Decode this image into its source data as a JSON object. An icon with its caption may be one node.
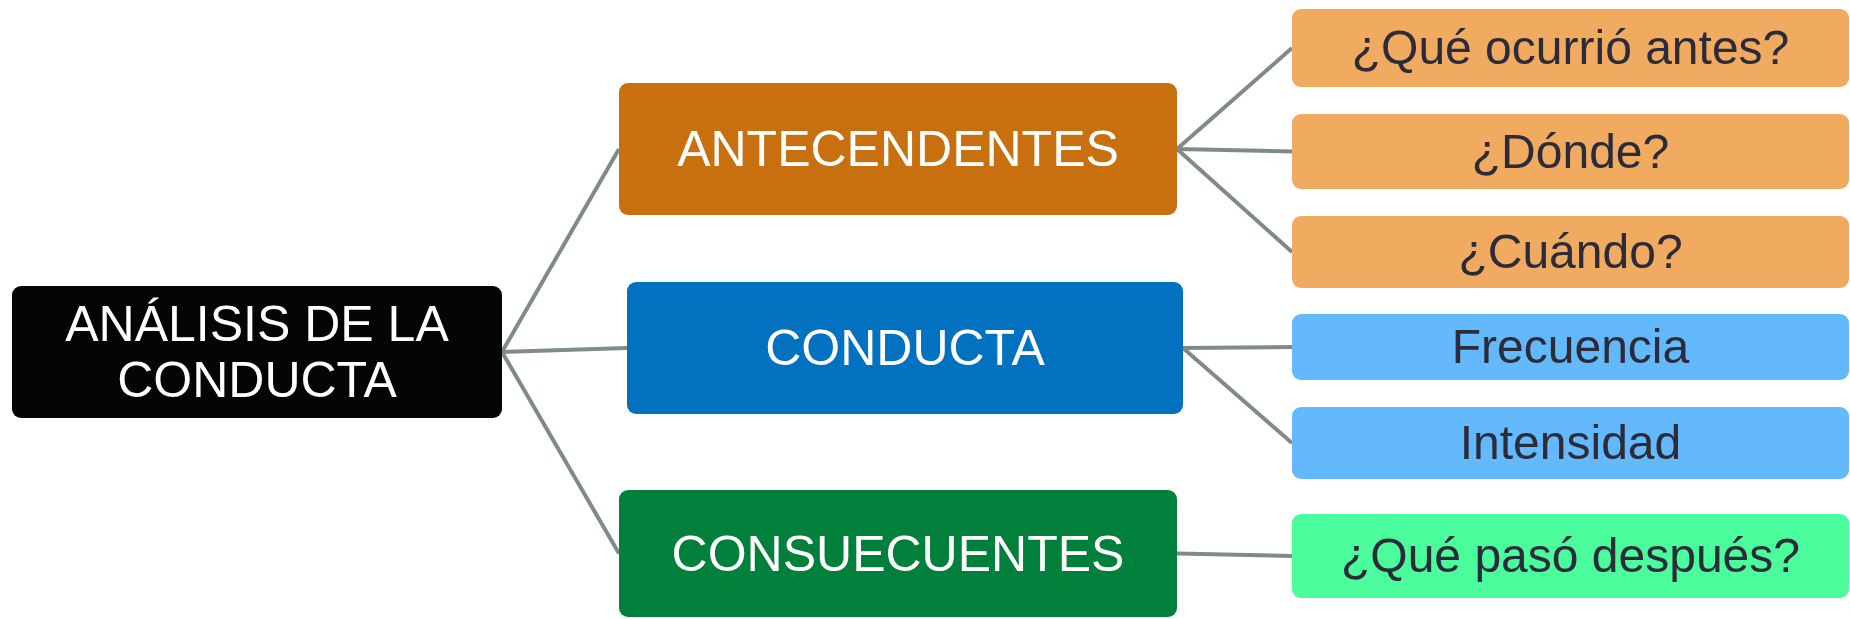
{
  "diagram": {
    "nodes": [
      {
        "text": [
          "ANÁLISIS DE LA CONDUCTA"
        ]
      },
      {
        "text": [
          "ANTECENDENTES"
        ]
      },
      {
        "text": [
          "CONDUCTA"
        ]
      },
      {
        "text": [
          "CONSUECUENTES"
        ]
      },
      {
        "text": [
          "¿Qué ocurrió antes?"
        ]
      },
      {
        "text": [
          "¿Dónde?"
        ]
      },
      {
        "text": [
          "¿Cuándo?"
        ]
      },
      {
        "text": [
          "Frecuencia"
        ]
      },
      {
        "text": [
          "Intensidad"
        ]
      },
      {
        "text": [
          "¿Qué pasó después?"
        ]
      }
    ],
    "edges": [
      {
        "from": 0,
        "to": 1,
        "arrow": "none"
      },
      {
        "from": 0,
        "to": 2,
        "arrow": "none"
      },
      {
        "from": 0,
        "to": 3,
        "arrow": "none"
      },
      {
        "from": 1,
        "to": 4,
        "arrow": "none"
      },
      {
        "from": 1,
        "to": 5,
        "arrow": "none"
      },
      {
        "from": 1,
        "to": 6,
        "arrow": "none"
      },
      {
        "from": 2,
        "to": 7,
        "arrow": "none"
      },
      {
        "from": 2,
        "to": 8,
        "arrow": "none"
      },
      {
        "from": 3,
        "to": 9,
        "arrow": "none"
      }
    ]
  }
}
